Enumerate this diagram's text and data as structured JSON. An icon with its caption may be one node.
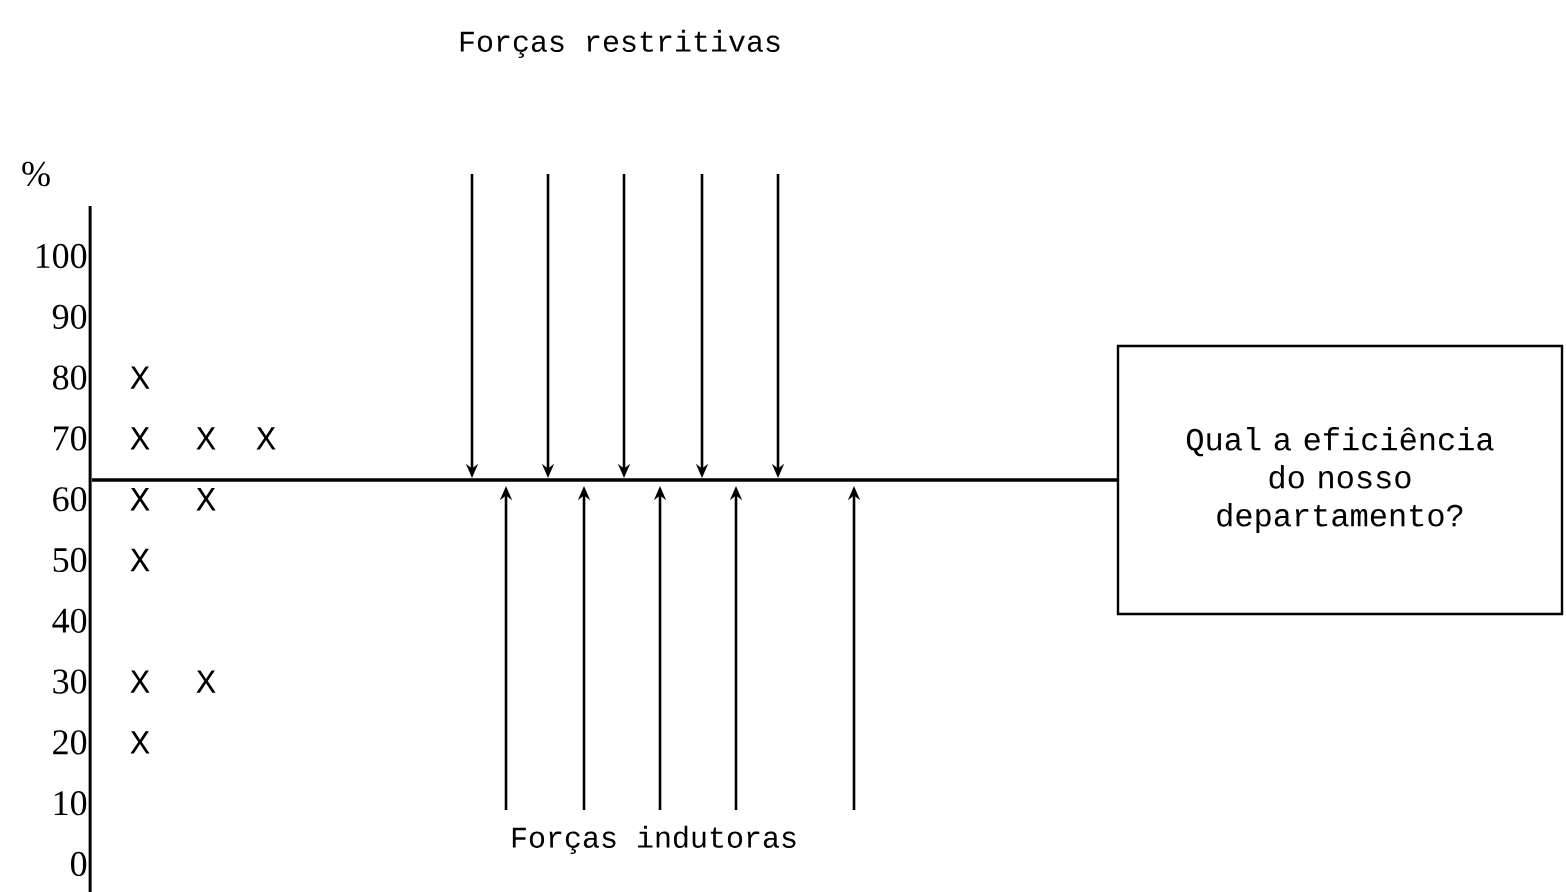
{
  "diagram": {
    "nodes": [
      {
        "text": [
          "Qual a eficiência do nosso departamento?"
        ]
      }
    ],
    "labels": [
      "Forças restritivas",
      "%",
      "100",
      "90",
      "80",
      "70",
      "60",
      "50",
      "40",
      "30",
      "20",
      "10",
      "0",
      "X",
      "X",
      "X",
      "X",
      "X",
      "X",
      "X",
      "X",
      "X",
      "X",
      "Forças indutoras"
    ]
  }
}
